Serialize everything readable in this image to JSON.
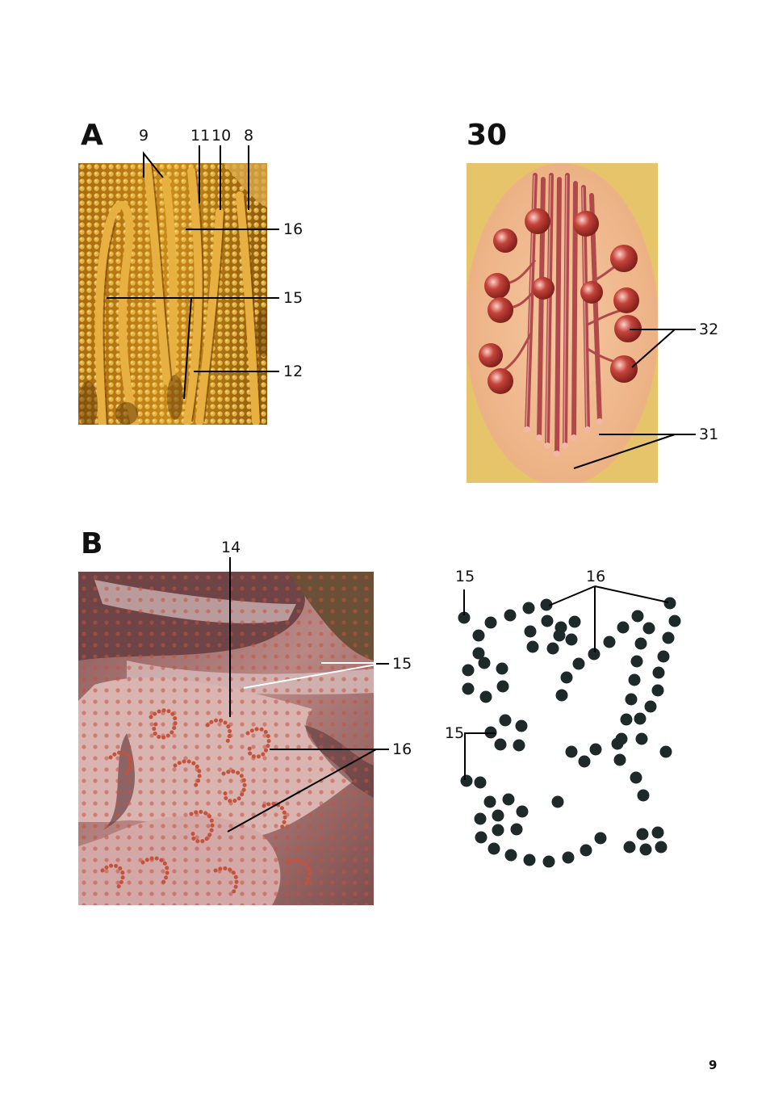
{
  "panels": {
    "a": {
      "heading": "A",
      "labels": {
        "l9": "9",
        "l11": "11",
        "l10": "10",
        "l8": "8",
        "l16": "16",
        "l15": "15",
        "l12": "12"
      }
    },
    "b": {
      "heading": "B",
      "labels": {
        "l14": "14",
        "l15": "15",
        "l16": "16"
      }
    },
    "c": {
      "heading": "30",
      "labels": {
        "l32": "32",
        "l31": "31"
      }
    },
    "d": {
      "labels": {
        "l15a": "15",
        "l16": "16",
        "l15b": "15"
      }
    }
  },
  "page_number": "9",
  "colors": {
    "panel_a_bg": "#c98a1c",
    "panel_a_membrane": "#e8b040",
    "panel_b_bg": "#b07a78",
    "panel_c_bg": "#efb993",
    "ribosome": "#1e2a2a",
    "leader_line": "#000000"
  }
}
